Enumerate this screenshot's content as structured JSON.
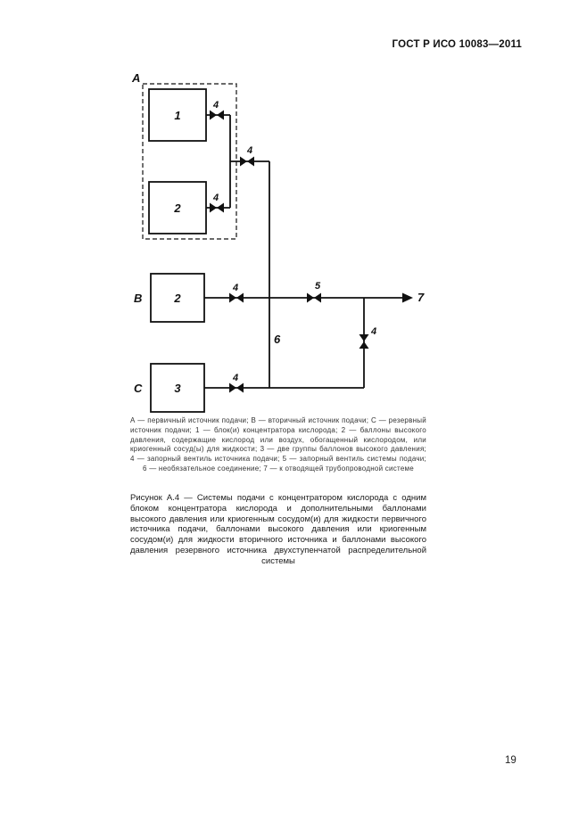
{
  "page": {
    "header": "ГОСТ Р ИСО 10083—2011",
    "page_number": "19"
  },
  "diagram": {
    "source_labels": {
      "a": "A",
      "b": "B",
      "c": "C"
    },
    "block_labels": {
      "concentrator_1": "1",
      "cylinders_2a": "2",
      "cylinders_2b": "2",
      "cylinders_3": "3"
    },
    "item_labels": {
      "valve_4": "4",
      "valve_5": "5",
      "connection_6": "6",
      "outlet_7": "7"
    }
  },
  "legend": {
    "text": "А — первичный источник подачи; В — вторичный источник подачи; С — резервный источник подачи; 1 — блок(и) концентратора кислорода; 2 — баллоны высокого давления, содержащие кислород или воздух, обогащенный кислородом, или криогенный сосуд(ы) для жидкости; 3 — две группы баллонов высокого давления; 4 — запорный вентиль источника подачи; 5 — запорный вентиль системы подачи; 6 — необязательное соединение; 7 — к отводящей трубопроводной системе"
  },
  "caption": {
    "text": "Рисунок А.4 — Системы подачи с концентратором кислорода с одним блоком концентратора кислорода и дополнительными баллонами высокого давления или криогенным сосудом(и) для жидкости первичного источника подачи, баллонами высокого давления или криогенным сосудом(и) для жидкости вторичного источника и баллонами высокого давления резервного источника двухступенчатой распределительной системы"
  }
}
